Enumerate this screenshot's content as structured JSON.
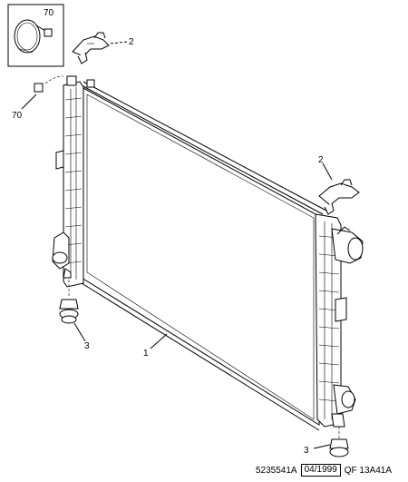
{
  "callouts": {
    "kit_box": "70",
    "clip_top": "2",
    "clip_bracket_left": "70",
    "clip_right": "2",
    "radiator": "1",
    "mount_left": "3",
    "mount_bottom": "3"
  },
  "footer": {
    "reference": "5235541A",
    "date": "04/1999",
    "code": "QF 13A41A"
  }
}
